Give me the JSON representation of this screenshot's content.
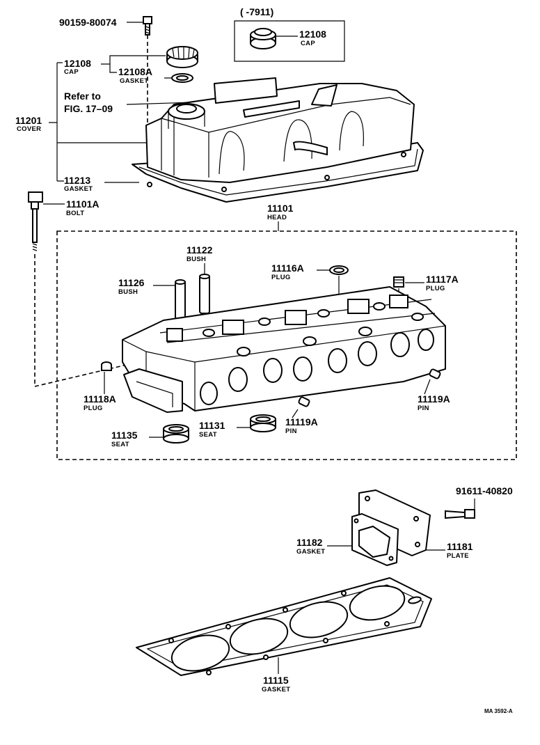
{
  "diagram": {
    "range_note": "(      -7911)",
    "refer_to": [
      "Refer to",
      "FIG. 17–09"
    ],
    "code": "MA 3592-A",
    "parts": [
      {
        "id": "bolt_top",
        "number": "90159-80074",
        "name": ""
      },
      {
        "id": "cap_inset",
        "number": "12108",
        "name": "CAP"
      },
      {
        "id": "cap",
        "number": "12108",
        "name": "CAP"
      },
      {
        "id": "cap_gasket",
        "number": "12108A",
        "name": "GASKET"
      },
      {
        "id": "cover",
        "number": "11201",
        "name": "COVER"
      },
      {
        "id": "cover_gasket",
        "number": "11213",
        "name": "GASKET"
      },
      {
        "id": "head_bolt",
        "number": "11101A",
        "name": "BOLT"
      },
      {
        "id": "head",
        "number": "11101",
        "name": "HEAD"
      },
      {
        "id": "bush_a",
        "number": "11122",
        "name": "BUSH"
      },
      {
        "id": "bush_b",
        "number": "11126",
        "name": "BUSH"
      },
      {
        "id": "plug_a",
        "number": "11116A",
        "name": "PLUG"
      },
      {
        "id": "plug_b",
        "number": "11117A",
        "name": "PLUG"
      },
      {
        "id": "plug_c",
        "number": "11118A",
        "name": "PLUG"
      },
      {
        "id": "pin_a",
        "number": "11119A",
        "name": "PIN"
      },
      {
        "id": "pin_b",
        "number": "11119A",
        "name": "PIN"
      },
      {
        "id": "seat_a",
        "number": "11135",
        "name": "SEAT"
      },
      {
        "id": "seat_b",
        "number": "11131",
        "name": "SEAT"
      },
      {
        "id": "plate_bolt",
        "number": "91611-40820",
        "name": ""
      },
      {
        "id": "plate_gasket",
        "number": "11182",
        "name": "GASKET"
      },
      {
        "id": "plate",
        "number": "11181",
        "name": "PLATE"
      },
      {
        "id": "head_gasket",
        "number": "11115",
        "name": "GASKET"
      }
    ]
  }
}
